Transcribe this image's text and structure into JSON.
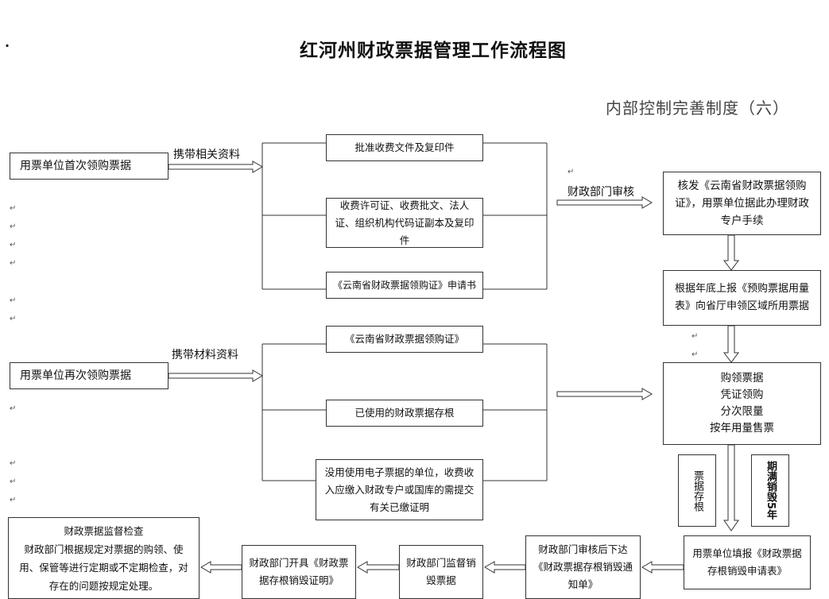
{
  "title": "红河州财政票据管理工作流程图",
  "subtitle": "内部控制完善制度（六）",
  "left_boxes": {
    "first_purchase": "用票单位首次领购票据",
    "second_purchase": "用票单位再次领购票据"
  },
  "labels": {
    "carry_docs": "携带相关资料",
    "carry_materials": "携带材料资料",
    "finance_review": "财政部门审核"
  },
  "first_docs": [
    "批准收费文件及复印件",
    "收费许可证、收费批文、法人证、组织机构代码证副本及复印件",
    "《云南省财政票据领购证》申请书"
  ],
  "second_docs": [
    "《云南省财政票据领购证》",
    "已使用的财政票据存根",
    "没用使用电子票据的单位，收费收入应缴入财政专户或国库的需提交有关已缴证明"
  ],
  "right_flow": {
    "issue_cert": "核发《云南省财政票据领购证》，用票单位据此办理财政专户手续",
    "annual_report": "根据年底上报《预购票据用量表》向省厅申领区域所用票据",
    "buy_title": "购领票据",
    "buy_items": [
      "凭证领购",
      "分次限量",
      "按年用量售票"
    ],
    "stub_store": "票据存根",
    "expire_destroy": "期满销毁5年"
  },
  "bottom_flow": {
    "apply_destroy": "用票单位填报《财政票据存根销毁申请表》",
    "review_notice": "财政部门审核后下达《财政票据存根销毁通知单》",
    "supervise_destroy": "财政部门监督销毁票据",
    "issue_proof": "财政部门开具《财政票据存根销毁证明》",
    "inspect_title": "财政票据监督检查",
    "inspect_body": "财政部门根据规定对票据的购领、使用、保管等进行定期或不定期检查，对存在的问题按规定处理。"
  }
}
